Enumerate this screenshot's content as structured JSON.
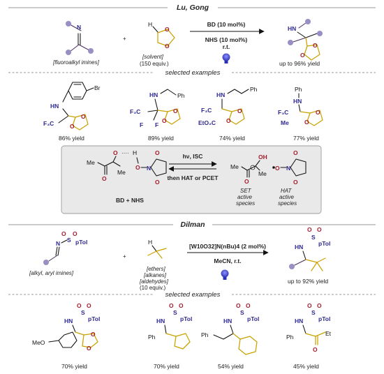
{
  "section1": {
    "title": "Lu, Gong",
    "reagent1_label": "[fluoroalkyl imines]",
    "plus": "+",
    "reagent2_label": "[solvent]",
    "reagent2_amount": "(150 equiv.)",
    "condition_catalyst": "BD (10 mol%)",
    "condition_cocatalyst": "NHS (10 mol%)",
    "condition_temp": "r.t.",
    "product_yield": "up to 96% yield",
    "examples_title": "selected examples",
    "examples": [
      {
        "yield": "86% yield"
      },
      {
        "yield": "89% yield"
      },
      {
        "yield": "74% yield"
      },
      {
        "yield": "77% yield"
      }
    ]
  },
  "mechanism": {
    "forward_label": "hν, ISC",
    "reverse_label": "then HAT or PCET",
    "left_label": "BD + NHS",
    "right_label_1": "SET",
    "right_label_2": "active",
    "right_label_3": "species",
    "right_label_4": "HAT",
    "right_label_5": "active",
    "right_label_6": "species"
  },
  "section2": {
    "title": "Dilman",
    "reagent1_label": "[alkyl, aryl imines]",
    "plus": "+",
    "reagent2_labels": [
      "[ethers]",
      "[alkanes]",
      "[aldehydes]",
      "(10 equiv.)"
    ],
    "condition_catalyst": "[W10O32]N(nBu)4 (2 mol%)",
    "condition_solvent": "MeCN, r.t.",
    "product_yield": "up to 92% yield",
    "examples_title": "selected examples",
    "examples": [
      {
        "yield": "70% yield"
      },
      {
        "yield": "70% yield"
      },
      {
        "yield": "54% yield"
      },
      {
        "yield": "45% yield"
      }
    ]
  },
  "atoms": {
    "N": "N",
    "H": "H",
    "O": "O",
    "S": "S",
    "F": "F",
    "Br": "Br",
    "HN": "HN",
    "Ph": "Ph",
    "Me": "Me",
    "CF3": "F₃C",
    "CF3b": "F₃C",
    "EtO2C": "EtO₂C",
    "MeO": "MeO",
    "OH": "OH",
    "pTol": "pTol",
    "Et": "Et",
    "F3CF": "F₃C"
  },
  "colors": {
    "navy": "#2e2a8f",
    "gold": "#c9a200",
    "crimson": "#a31c2c",
    "box": "#e9e9e9"
  },
  "icons": [
    "lightbulb-icon",
    "lightbulb-icon"
  ]
}
